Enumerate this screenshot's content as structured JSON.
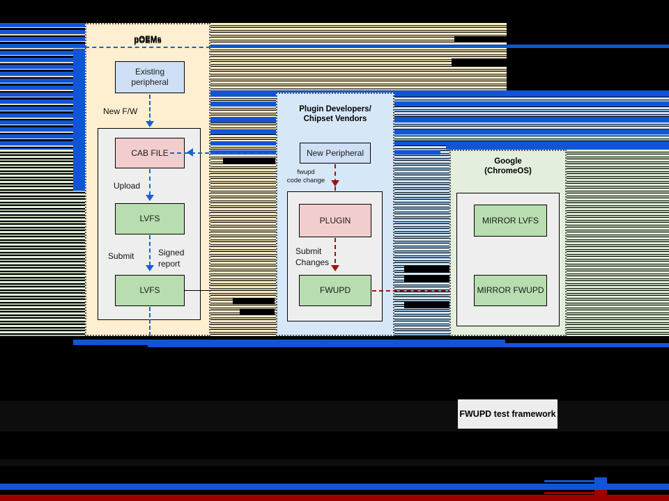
{
  "diagram": {
    "title": "FWUPD test framework",
    "lanes": [
      {
        "id": "poems",
        "label": "pOEMs",
        "color": "#fdefd0"
      },
      {
        "id": "plugin",
        "label": "Plugin Developers/\nChipset Vendors",
        "color": "#d6e7f7"
      },
      {
        "id": "google",
        "label": "Google\n(ChromeOS)",
        "color": "#e3efdc"
      }
    ],
    "nodes": {
      "existing_peripheral": "Existing\nperipheral",
      "cab_file": "CAB FILE",
      "lvfs_upload": "LVFS",
      "lvfs_submit": "LVFS",
      "new_peripheral": "New Peripheral",
      "plugin": "PLUGIN",
      "fwupd": "FWUPD",
      "mirror_lvfs": "MIRROR LVFS",
      "mirror_fwupd": "MIRROR FWUPD"
    },
    "edge_labels": {
      "new_fw": "New F/W",
      "upload": "Upload",
      "submit": "Submit",
      "signed_report": "Signed\nreport",
      "fwupd_code_change": "fwupd\ncode change",
      "submit_changes": "Submit\nChanges"
    },
    "colors": {
      "node_blue": "#cfdff5",
      "node_pink": "#f2cdcd",
      "node_green": "#b8ddb0",
      "inner_panel": "#eeeeee",
      "arrow_blue": "#1d5fd0",
      "arrow_red": "#a01010",
      "arrow_black": "#000000",
      "lane_poems": "#fdefd0",
      "lane_plugin": "#d6e7f7",
      "lane_google": "#e3efdc"
    },
    "legend": {
      "framework_label": "FWUPD test framework"
    }
  }
}
